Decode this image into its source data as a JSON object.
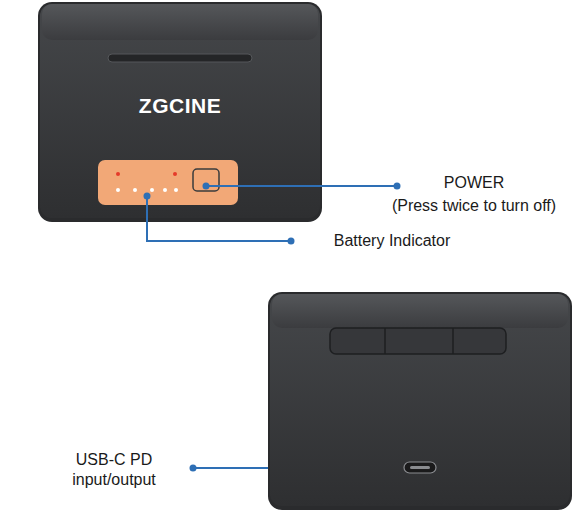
{
  "diagram": {
    "labels": [
      "ZGCINE",
      "POWER",
      "(Press twice to turn off)",
      "Battery Indicator",
      "USB-C PD input/output"
    ]
  }
}
